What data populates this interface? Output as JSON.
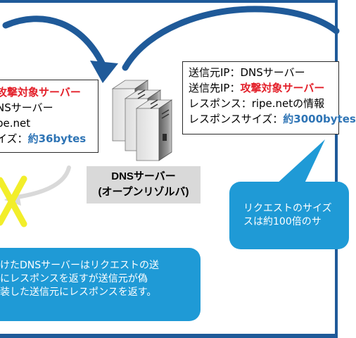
{
  "left_box": {
    "line1": "攻撃対象サーバー",
    "line2": "NSサーバー",
    "line3": "pe.net",
    "line4_prefix": "イズ：",
    "line4_value": "約36bytes"
  },
  "right_box": {
    "line1": "送信元IP：DNSサーバー",
    "line2_prefix": "送信先IP：",
    "line2_value": "攻撃対象サーバー",
    "line3": "レスポンス：ripe.netの情報",
    "line4_prefix": "レスポンスサイズ：",
    "line4_value": "約3000bytes"
  },
  "server_label": {
    "line1": "DNSサーバー",
    "line2": "(オープンリゾルバ)"
  },
  "callout_right": {
    "line1": "リクエストのサイズ",
    "line2": "スは約100倍のサ"
  },
  "callout_left": {
    "line1": "けたDNSサーバーはリクエストの送",
    "line2": "にレスポンスを返すが送信元が偽",
    "line3": "装した送信元にレスポンスを返す。"
  },
  "colors": {
    "frame": "#1f5a99",
    "arrow": "#1f5a99",
    "highlight_red": "#e3202a",
    "highlight_blue": "#2e74b5",
    "callout": "#1f9ad6",
    "cross": "#f2ee2a"
  }
}
